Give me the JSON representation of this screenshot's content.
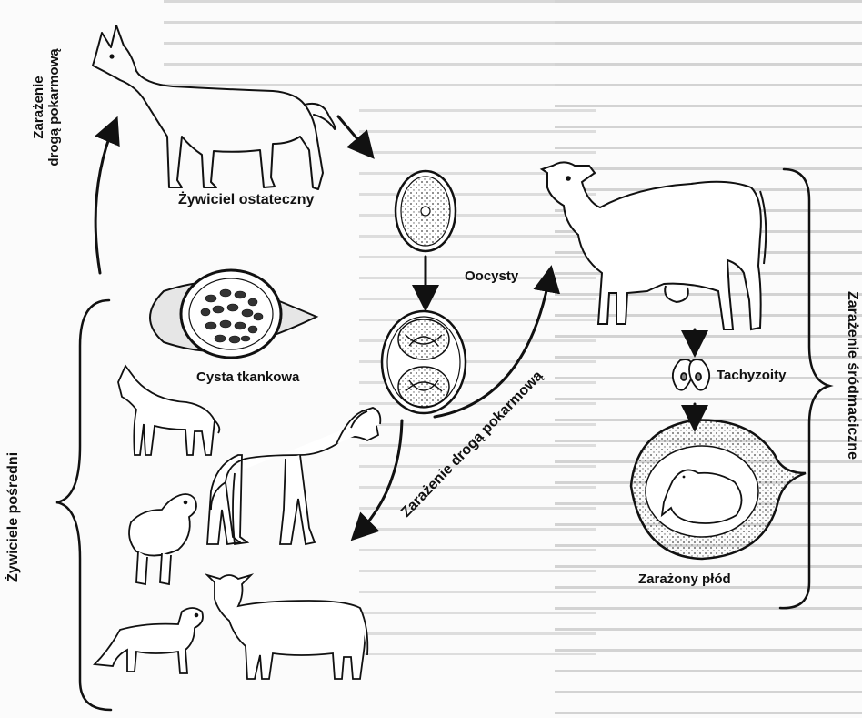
{
  "labels": {
    "definitive_host": "Żywiciel ostateczny",
    "oral_infection_top_line1": "Zarażenie",
    "oral_infection_top_line2": "drogą pokarmową",
    "oocysts": "Oocysty",
    "tissue_cyst": "Cysta tkankowa",
    "intermediate_hosts": "Żywiciele pośredni",
    "oral_infection_diagonal": "Zarażenie drogą pokarmową",
    "tachyzoites": "Tachyzoity",
    "infected_fetus": "Zarażony płód",
    "transplacental_infection": "Zarażenie śródmaciczne"
  }
}
